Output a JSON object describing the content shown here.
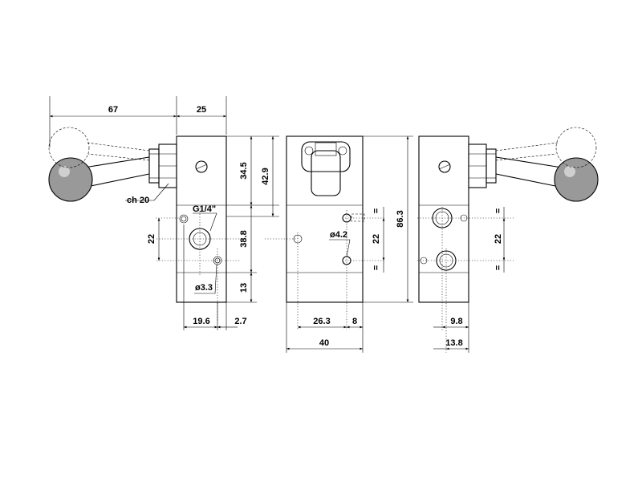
{
  "labels": {
    "left_width_handle": "67",
    "left_width_body": "25",
    "left_h_top": "34.5",
    "left_h_port": "42.9",
    "left_h_mid": "38.8",
    "left_h_bottom": "13",
    "left_port_spacing": "22",
    "left_bottom_a": "19.6",
    "left_bottom_b": "2.7",
    "hex_label": "ch 20",
    "thread_label": "G1/4\"",
    "hole_small_left": "ø3.3",
    "mid_hole_label": "ø4.2",
    "mid_spacing": "22",
    "mid_total_height": "86.3",
    "mid_bottom_a": "26.3",
    "mid_bottom_b": "8",
    "mid_width": "40",
    "right_spacing": "22",
    "right_bottom_a": "9.8",
    "right_bottom_b": "13.8",
    "equal_mark": "="
  }
}
